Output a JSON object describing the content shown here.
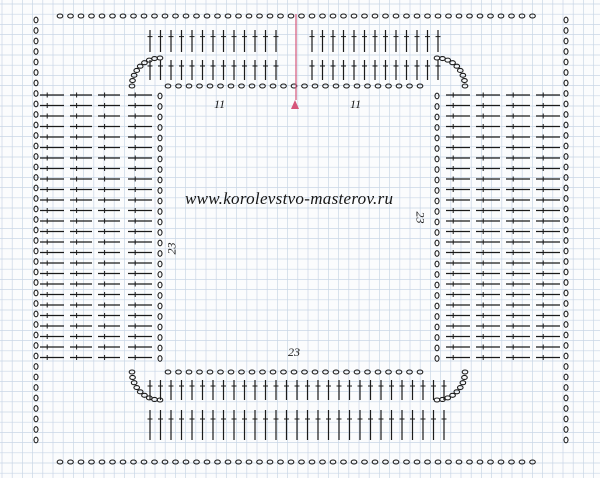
{
  "diagram": {
    "watermark_url": "www.korolevstvo-masterov.ru",
    "labels": {
      "top_left_count": "11",
      "top_right_count": "11",
      "left_count": "23",
      "right_count": "23",
      "bottom_count": "23"
    },
    "symbols": {
      "chain": "oval",
      "double_crochet": "vertical-stroke-with-crossbar",
      "start_marker": "triangle"
    },
    "colors": {
      "paper": "#fbfcfd",
      "grid": "#c9d6e6",
      "ink": "#1b1b1b",
      "marker": "#d6557a"
    }
  }
}
